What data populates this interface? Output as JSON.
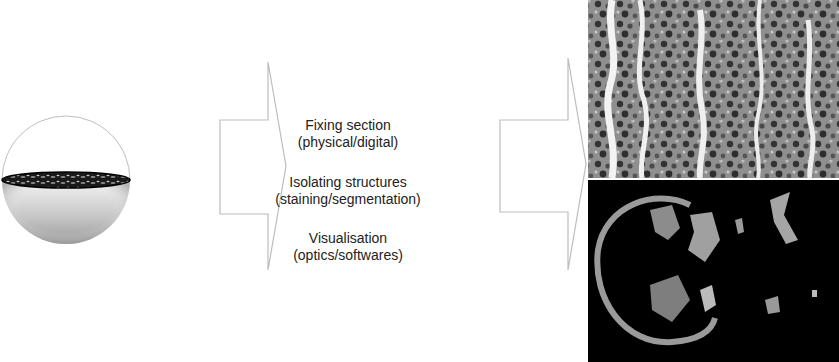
{
  "diagram": {
    "labels": [
      "Fixing section (physical/digital)",
      "Isolating structures (staining/segmentation)",
      "Visualisation (optics/softwares)"
    ]
  }
}
